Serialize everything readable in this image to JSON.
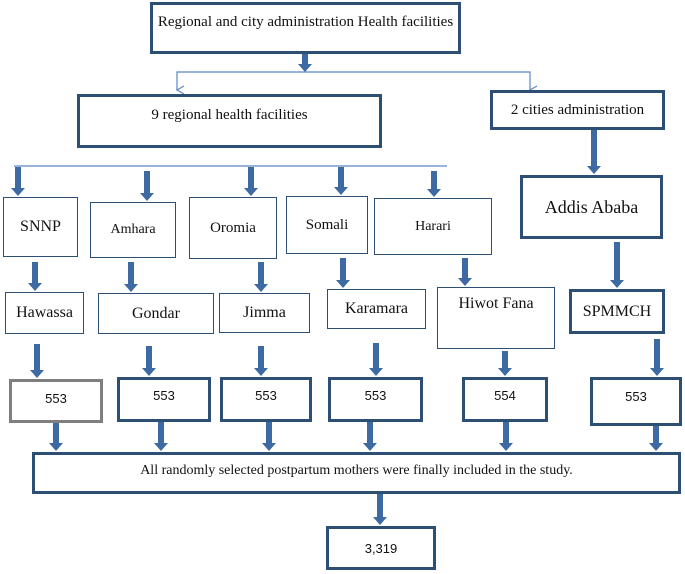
{
  "root": {
    "label": "Regional and city administration Health facilities"
  },
  "regional": {
    "label": "9 regional health facilities"
  },
  "cities": {
    "label": "2 cities administration"
  },
  "regions": [
    "SNNP",
    "Amhara",
    "Oromia",
    "Somali",
    "Harari"
  ],
  "city": "Addis Ababa",
  "facilities": [
    "Hawassa",
    "Gondar",
    "Jimma",
    "Karamara",
    "Hiwot Fana",
    "SPMMCH"
  ],
  "counts": [
    "553",
    "553",
    "553",
    "553",
    "554",
    "553"
  ],
  "summary": {
    "label": "All randomly selected postpartum mothers were finally included in the study."
  },
  "total": {
    "label": "3,319"
  },
  "colors": {
    "border": "#2e4f74",
    "arrow": "#3d6aa3",
    "connector": "#5b87c4",
    "highlight_border": "#7f7f7f"
  }
}
